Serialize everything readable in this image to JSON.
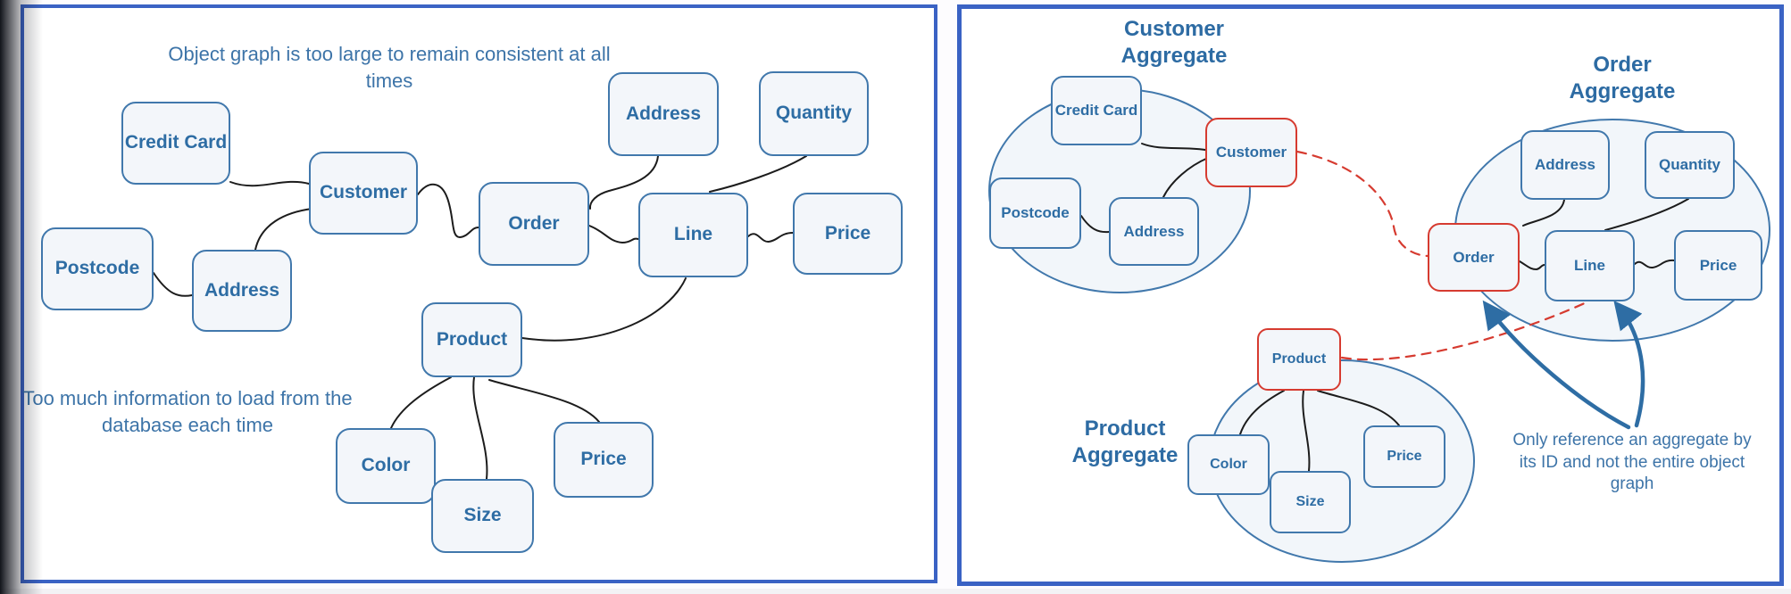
{
  "colors": {
    "panel_border": "#3a62c4",
    "node_stroke_blue": "#4178ac",
    "node_stroke_red": "#d63b30",
    "node_fill": "#f3f6fa",
    "label_text": "#2e6da4",
    "connector_black": "#1c1c1c",
    "reference_dashed_red": "#d63b30",
    "arrow_blue": "#2e6da4"
  },
  "left_panel": {
    "annotation_top": "Object graph is too large to remain consistent at all times",
    "annotation_bottom": "Too much information to load from the database each time",
    "nodes": {
      "credit_card": "Credit Card",
      "customer": "Customer",
      "postcode": "Postcode",
      "address_left": "Address",
      "address_top": "Address",
      "quantity": "Quantity",
      "order": "Order",
      "line": "Line",
      "price_top": "Price",
      "product": "Product",
      "color": "Color",
      "size": "Size",
      "price_bottom": "Price"
    }
  },
  "right_panel": {
    "customer_aggregate": {
      "title": "Customer\nAggregate",
      "nodes": {
        "credit_card": "Credit Card",
        "customer": "Customer",
        "postcode": "Postcode",
        "address": "Address"
      }
    },
    "order_aggregate": {
      "title": "Order\nAggregate",
      "nodes": {
        "address": "Address",
        "quantity": "Quantity",
        "order": "Order",
        "line": "Line",
        "price": "Price"
      }
    },
    "product_aggregate": {
      "title": "Product\nAggregate",
      "nodes": {
        "product": "Product",
        "color": "Color",
        "size": "Size",
        "price": "Price"
      }
    },
    "annotation": "Only reference an aggregate by its ID and not the entire object graph"
  }
}
